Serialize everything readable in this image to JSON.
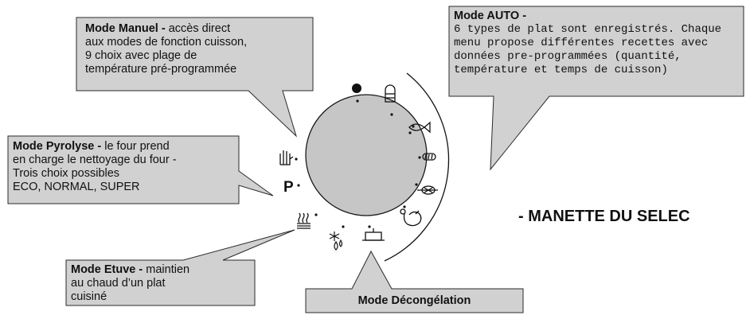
{
  "callouts": {
    "manuel": {
      "title": "Mode Manuel -",
      "line1": "accès direct",
      "line2": "aux modes de fonction cuisson,",
      "line3": "9 choix avec plage de",
      "line4": "température pré-programmée"
    },
    "auto": {
      "title": "Mode AUTO -",
      "line1": "6 types de plat sont enregistrés. Chaque",
      "line2": "menu propose différentes recettes avec",
      "line3": "données pre-programmées (quantité,",
      "line4": "température et temps de cuisson)"
    },
    "pyrolyse": {
      "title": "Mode Pyrolyse -",
      "line1": "le four prend",
      "line2": "en charge le nettoyage du four -",
      "line3": "Trois choix possibles",
      "line4": "ECO, NORMAL, SUPER"
    },
    "etuve": {
      "title": "Mode Etuve -",
      "line1": "maintien",
      "line2": "au chaud d’un plat",
      "line3": "cuisiné"
    },
    "decongelation": {
      "title": "Mode Décongélation"
    }
  },
  "heading": "- MANETTE DU SELEC",
  "dial": {
    "pyrolyse_letter": "P",
    "icons": [
      "off-dot-icon",
      "manual-hand-icon",
      "pyrolyse-p-icon",
      "etuve-heat-icon",
      "defrost-icon",
      "cake-icon",
      "poultry-icon",
      "roast-icon",
      "bread-icon",
      "fish-icon",
      "mug-icon"
    ]
  },
  "colors": {
    "callout_fill": "#d1d1d1",
    "callout_stroke": "#2a2a2a",
    "line": "#111111"
  }
}
